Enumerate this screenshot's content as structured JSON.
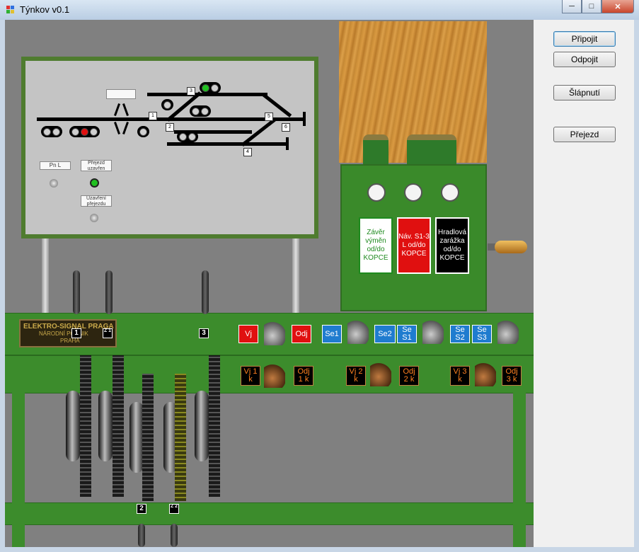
{
  "window": {
    "title": "Týnkov v0.1",
    "minimize_icon": "minimize-icon",
    "maximize_icon": "maximize-icon",
    "close_icon": "close-icon"
  },
  "buttons": {
    "connect": "Připojit",
    "disconnect": "Odpojit",
    "step": "Šlápnutí",
    "crossing": "Přejezd"
  },
  "board": {
    "track_numbers": [
      "1",
      "2",
      "3",
      "4",
      "5",
      "6"
    ],
    "labels": {
      "pn": "Pn L",
      "crossing_closed": "Přejezd uzavřen",
      "crossing_closing": "Uzavření přejezdu"
    },
    "colors": {
      "red_lamp": "#e01010",
      "green_lamp": "#20c020"
    }
  },
  "panel": {
    "info_white": "Závěr výměn od/do KOPCE",
    "info_red": "Náv. S1-3 L od/do KOPCE",
    "info_black": "Hradlová zarážka od/do KOPCE"
  },
  "plaque": {
    "name": "ELEKTRO-SIGNAL PRAGA",
    "sub": "NÁRODNÍ PODNIK",
    "city": "PRAHA"
  },
  "row1": {
    "vj": "Vj",
    "odj": "Odj",
    "se1": "Se1",
    "se2": "Se2",
    "se_s1": "Se S1",
    "se_s2": "Se S2",
    "se_s3": "Se S3"
  },
  "row2": {
    "vj1": "Vj 1 k",
    "odj1": "Odj 1 k",
    "vj2": "Vj 2 k",
    "odj2": "Odj 2 k",
    "vj3": "Vj 3 k",
    "odj3": "Odj 3 k"
  },
  "levers": {
    "l1": "1",
    "l1b": "Z 1",
    "l3": "3",
    "l2": "2",
    "l2b": "Z 2"
  },
  "colors": {
    "frame_green": "#3c8c2c",
    "signal_red": "#e01010",
    "se_blue": "#1f7ccf"
  }
}
